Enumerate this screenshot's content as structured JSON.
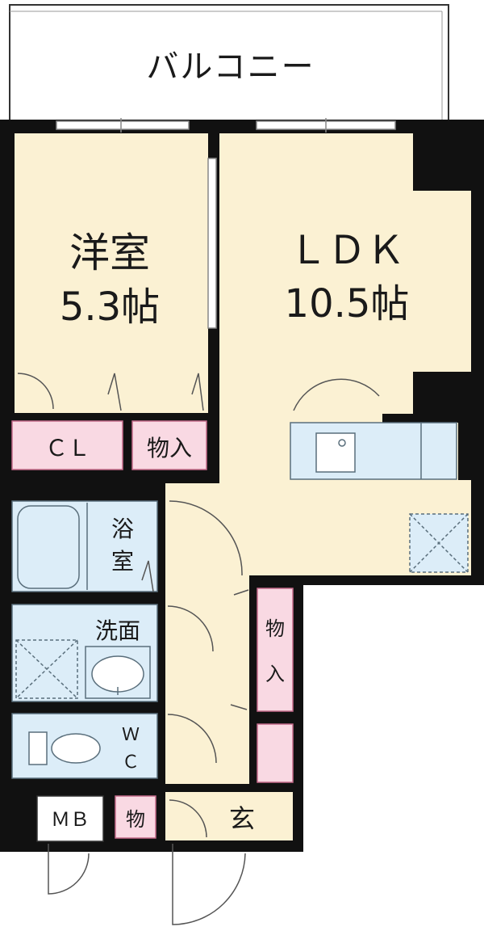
{
  "labels": {
    "balcony": "バルコニー",
    "western_room_name": "洋室",
    "western_room_size": "5.3帖",
    "ldk_name": "ＬＤＫ",
    "ldk_size": "10.5帖",
    "closet": "ＣＬ",
    "storage_bedroom": "物入",
    "bath_1": "浴",
    "bath_2": "室",
    "washroom": "洗面",
    "storage_hall_1": "物",
    "storage_hall_2": "入",
    "wc_1": "Ｗ",
    "wc_2": "Ｃ",
    "meter_box": "ＭＢ",
    "storage_entry": "物",
    "entrance": "玄"
  },
  "colors": {
    "wall": "#111111",
    "floor": "#fbf1d3",
    "storage": "#f9d9e3",
    "wet_area": "#dcedf8",
    "fixture_line": "#5a6f7c"
  }
}
